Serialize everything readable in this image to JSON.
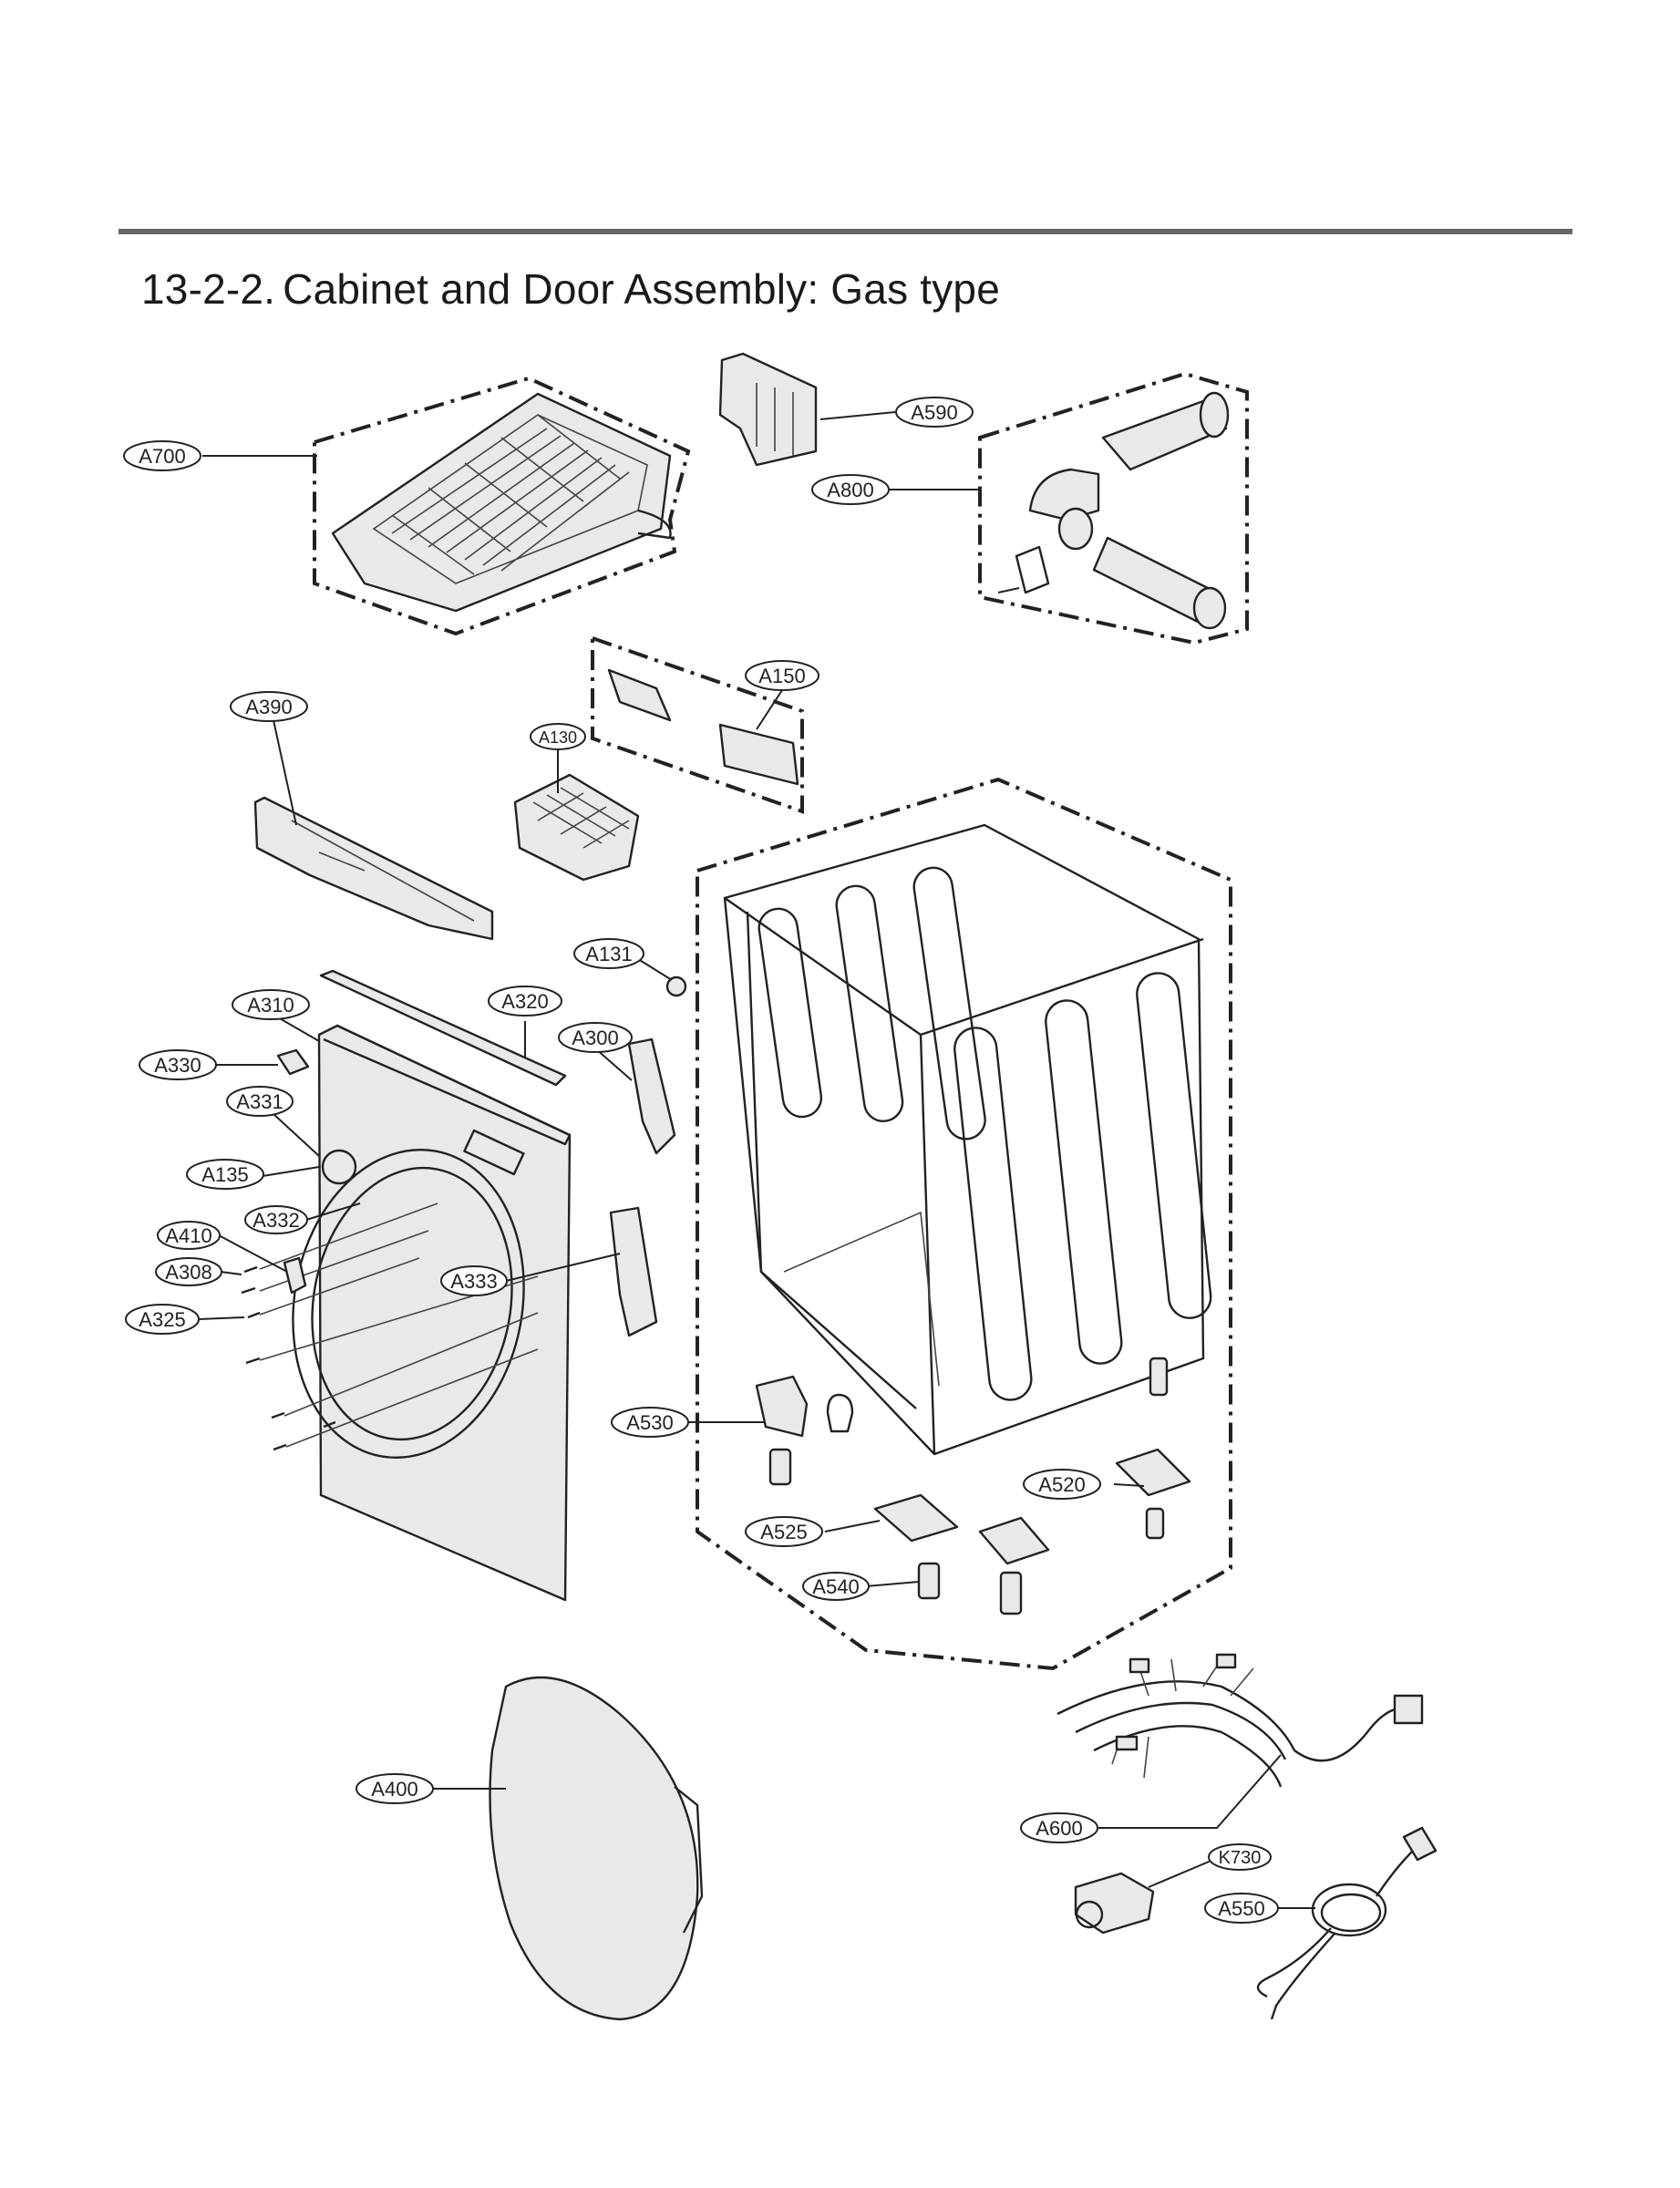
{
  "section": {
    "number": "13-2-2.",
    "title": "Cabinet and Door Assembly: Gas type"
  },
  "callouts": {
    "A700": "A700",
    "A590": "A590",
    "A800": "A800",
    "A150": "A150",
    "A390": "A390",
    "A130": "A130",
    "A131": "A131",
    "A310": "A310",
    "A320": "A320",
    "A300": "A300",
    "A330": "A330",
    "A331": "A331",
    "A135": "A135",
    "A332": "A332",
    "A410": "A410",
    "A308": "A308",
    "A333": "A333",
    "A325": "A325",
    "A530": "A530",
    "A520": "A520",
    "A525": "A525",
    "A540": "A540",
    "A400": "A400",
    "A600": "A600",
    "K730": "K730",
    "A550": "A550"
  }
}
